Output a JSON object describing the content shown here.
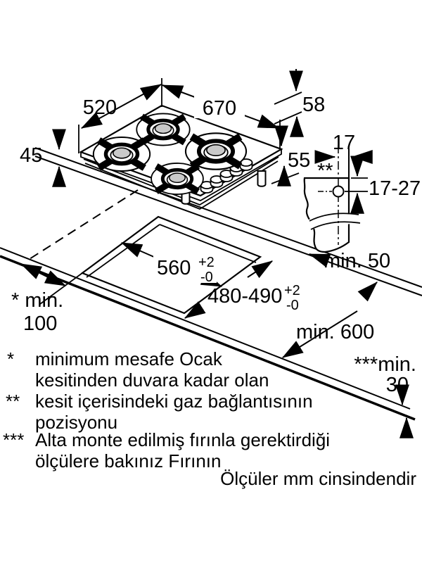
{
  "diagram": {
    "dims": {
      "depth_520": "520",
      "width_670": "670",
      "edge_58": "58",
      "height_45": "45",
      "install_depth_55": "55",
      "gas_offset_17": "17",
      "gas_asterisks": "**",
      "gas_vertical_range": "17-27",
      "min_50": "min. 50",
      "cutout_width": "560",
      "cutout_width_tol_plus": "+2",
      "cutout_width_tol_minus": "-0",
      "cutout_depth": "480-490",
      "cutout_depth_tol_plus": "+2",
      "cutout_depth_tol_minus": "-0",
      "min_100_label": "* min.",
      "min_100_value": "100",
      "min_600": "min. 600",
      "min_30_label": "***min.",
      "min_30_value": "30"
    },
    "footnotes": {
      "star1_symbol": "*",
      "star1_line1": "minimum mesafe Ocak",
      "star1_line2": "kesitinden duvara kadar olan",
      "star2_symbol": "**",
      "star2_line1": "kesit içerisindeki gaz bağlantısının",
      "star2_line2": "pozisyonu",
      "star3_symbol": "***",
      "star3_line1": "Alta monte edilmiş fırınla gerektirdiği",
      "star3_line2": "ölçülere bakınız Fırının",
      "units_note": "Ölçüler mm cinsindendir"
    },
    "colors": {
      "line": "#000000",
      "burner_cap": "#c9c9c9",
      "background": "#ffffff"
    }
  }
}
